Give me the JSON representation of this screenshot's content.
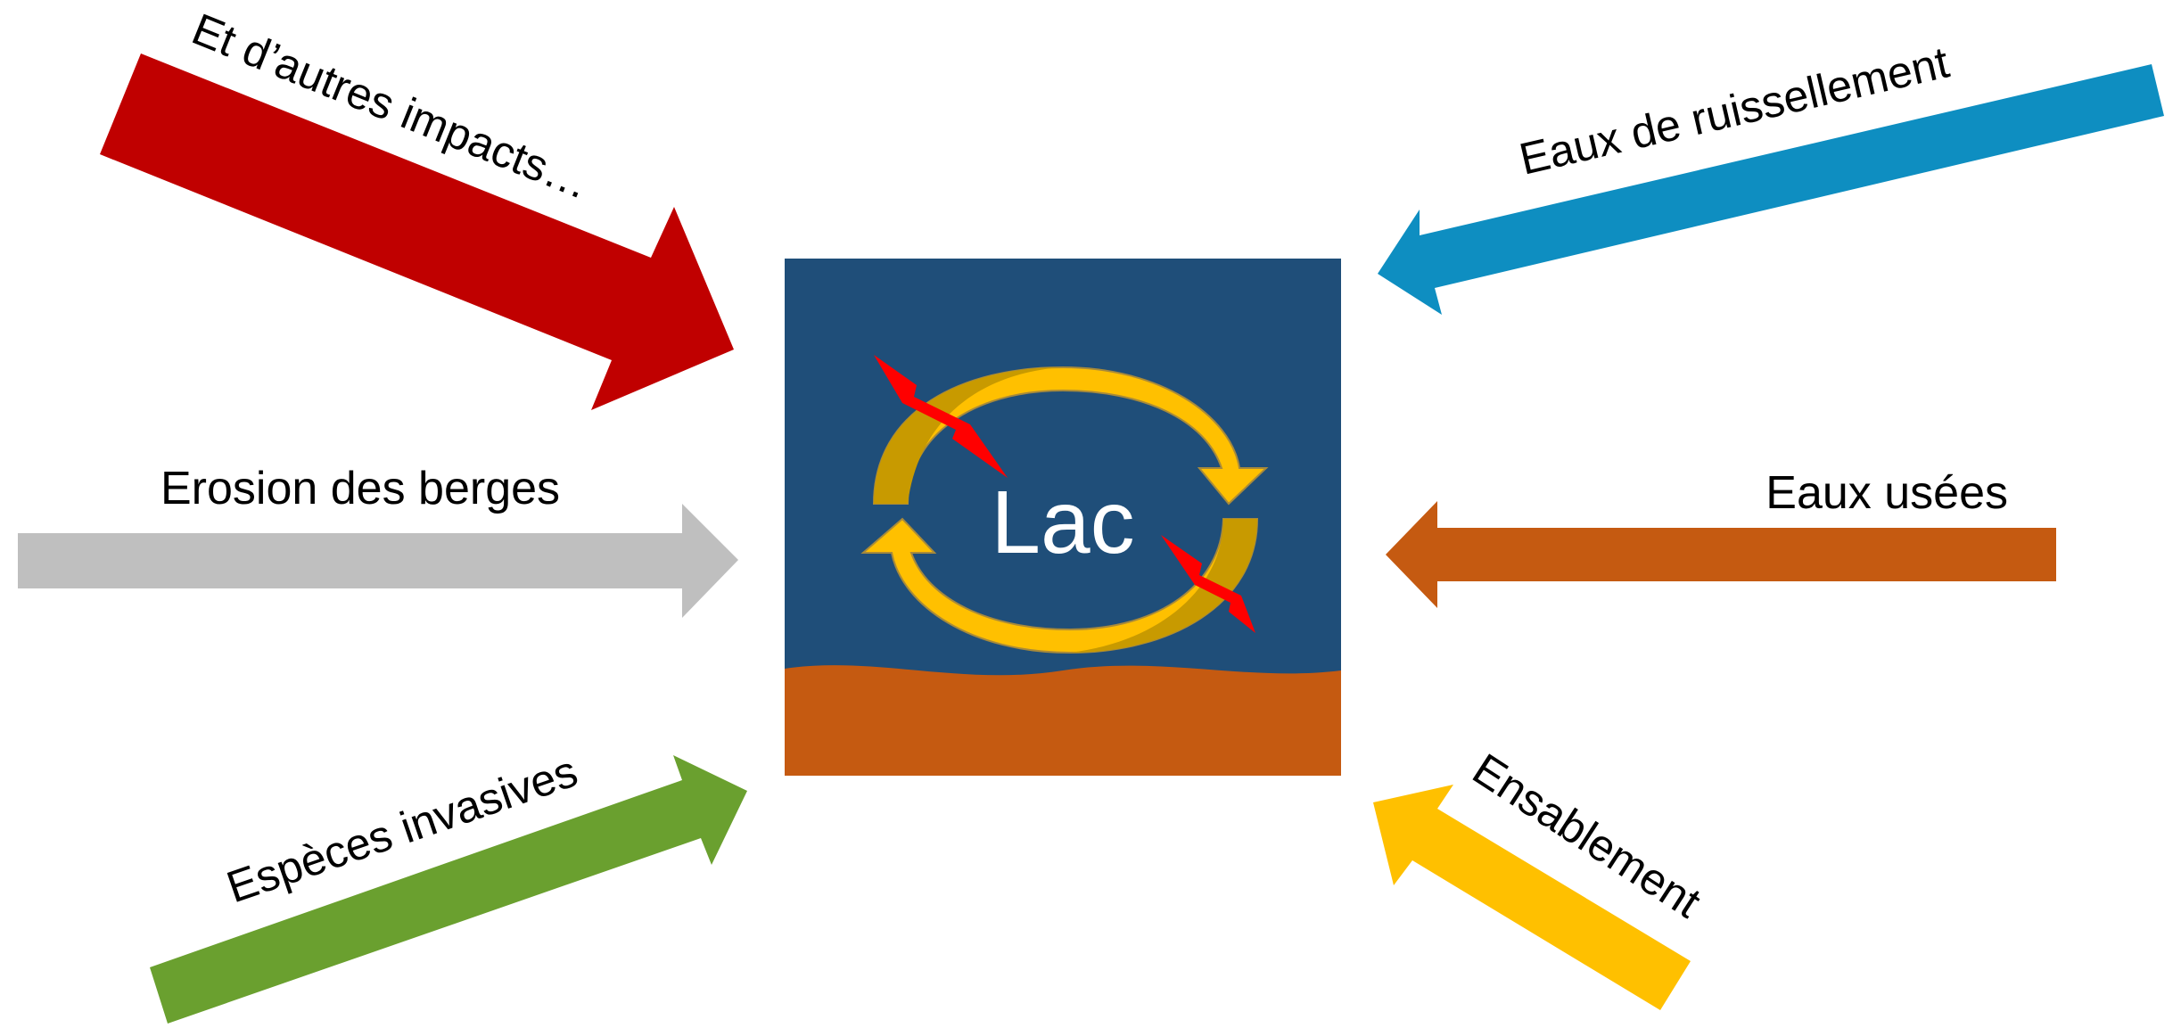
{
  "lake": {
    "label": "Lac",
    "water_color": "#1f4e79",
    "sediment_color": "#c55a11",
    "cycle_color": "#ffc000",
    "cycle_shade_color": "#c89a00",
    "disruption_color": "#ff0000"
  },
  "pressures": [
    {
      "id": "other",
      "label": "Et d’autres impacts…",
      "color": "#c00000"
    },
    {
      "id": "runoff",
      "label": "Eaux de ruissellement",
      "color": "#0e8ec1"
    },
    {
      "id": "erosion",
      "label": "Erosion des berges",
      "color": "#bfbfbf"
    },
    {
      "id": "wastewater",
      "label": "Eaux usées",
      "color": "#c55a11"
    },
    {
      "id": "invasive",
      "label": "Espèces invasives",
      "color": "#6aa02f"
    },
    {
      "id": "silting",
      "label": "Ensablement",
      "color": "#ffc000"
    }
  ]
}
